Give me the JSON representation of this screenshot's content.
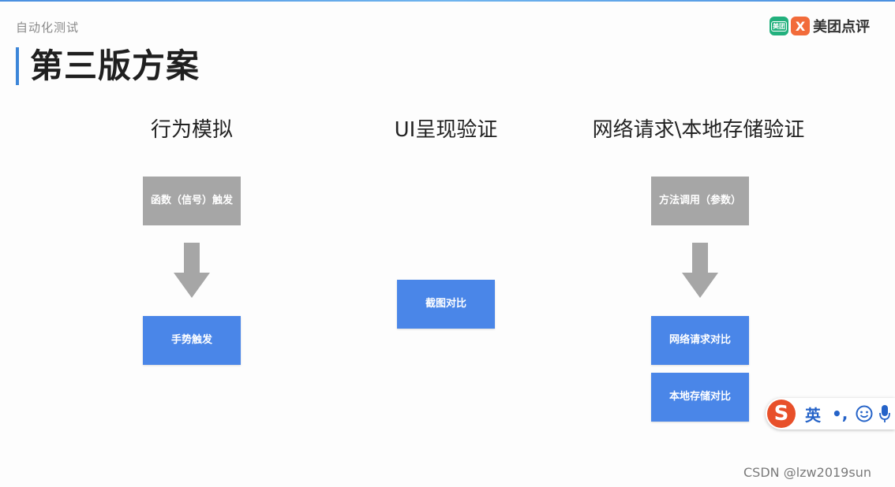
{
  "header": {
    "label": "自动化测试",
    "title": "第三版方案"
  },
  "brand": {
    "icon_a_text": "美团",
    "icon_b_glyph": "X",
    "name": "美团点评"
  },
  "columns": [
    {
      "title": "行为模拟",
      "trigger": "函数（信号）触发",
      "result": "手势触发"
    },
    {
      "title": "UI呈现验证",
      "result": "截图对比"
    },
    {
      "title": "网络请求\\本地存储验证",
      "trigger": "方法调用（参数）",
      "results": [
        "网络请求对比",
        "本地存储对比"
      ]
    }
  ],
  "ime": {
    "logo": "S",
    "lang": "英",
    "punct": "•,"
  },
  "watermark": "CSDN @lzw2019sun",
  "colors": {
    "gray_box": "#a6a6a6",
    "blue_box": "#4a86e8",
    "arrow": "#a6a6a6",
    "accent": "#3c86d9"
  }
}
